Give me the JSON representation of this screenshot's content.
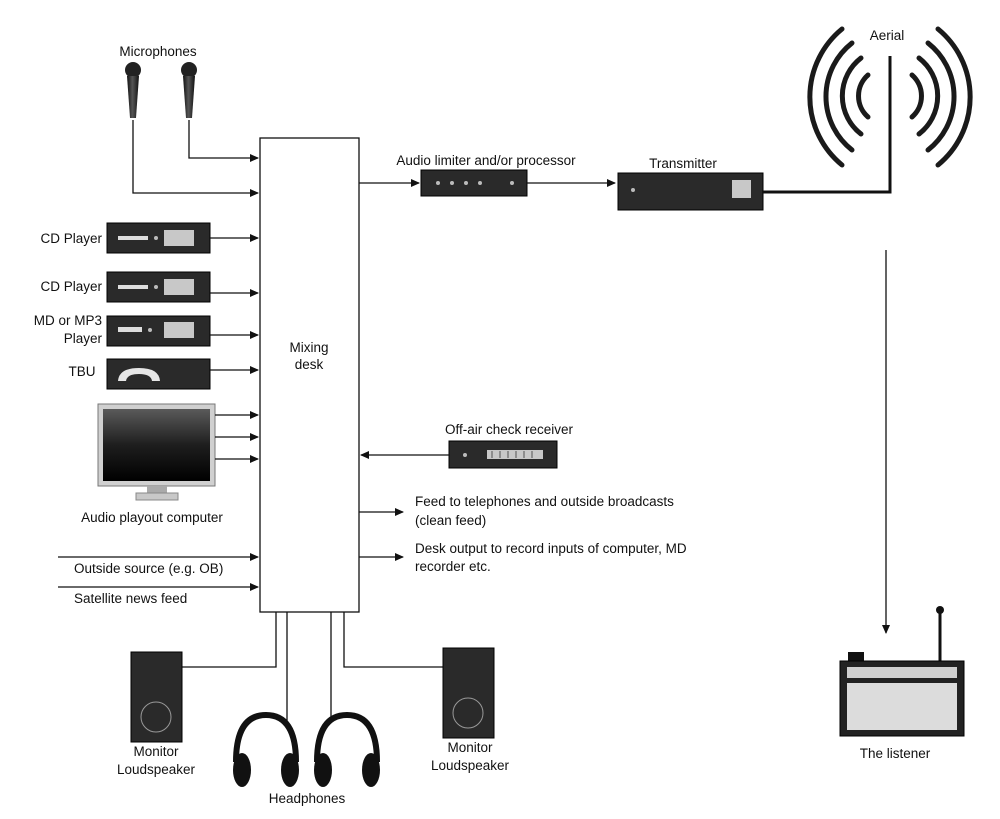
{
  "labels": {
    "microphones": "Microphones",
    "cd_player_1": "CD Player",
    "cd_player_2": "CD Player",
    "md_player_line1": "MD or MP3",
    "md_player_line2": "Player",
    "tbu": "TBU",
    "audio_playout_computer": "Audio playout computer",
    "outside_source": "Outside source (e.g. OB)",
    "satellite_news_feed": "Satellite news feed",
    "mixing_desk_line1": "Mixing",
    "mixing_desk_line2": "desk",
    "audio_limiter": "Audio limiter and/or processor",
    "transmitter": "Transmitter",
    "aerial": "Aerial",
    "off_air_receiver": "Off-air check receiver",
    "feed_line1": "Feed to telephones and outside broadcasts",
    "feed_line2": "(clean feed)",
    "desk_output_line1": "Desk output to record inputs of computer, MD",
    "desk_output_line2": "recorder etc.",
    "monitor_left_line1": "Monitor",
    "monitor_left_line2": "Loudspeaker",
    "monitor_right_line1": "Monitor",
    "monitor_right_line2": "Loudspeaker",
    "headphones": "Headphones",
    "listener": "The listener"
  }
}
